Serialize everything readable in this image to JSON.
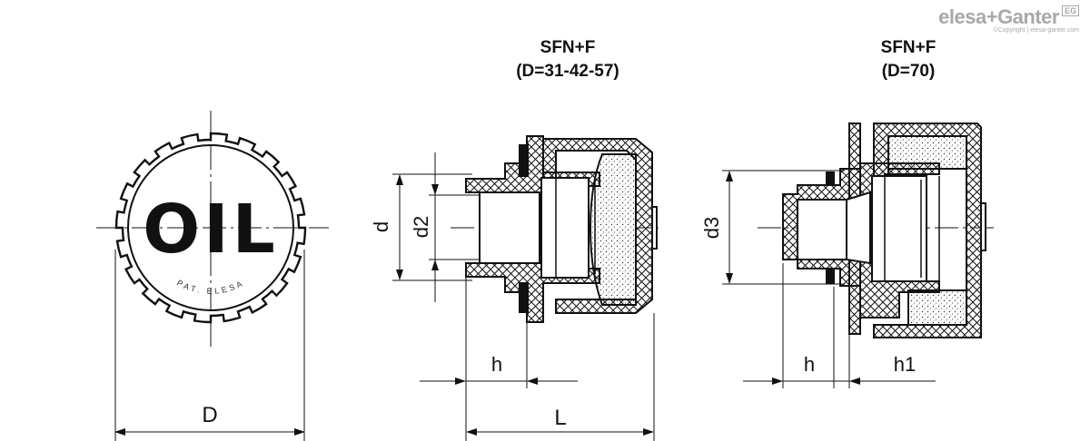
{
  "brand": {
    "name": "elesa+Ganter",
    "badge": "EG",
    "copyright": "©Copyright | elesa-ganter.com"
  },
  "views": [
    {
      "title_line1": "SFN+F",
      "title_line2": "(D=31-42-57)"
    },
    {
      "title_line1": "SFN+F",
      "title_line2": "(D=70)"
    }
  ],
  "knob": {
    "text": "OIL",
    "stamp": "PAT. ELESA"
  },
  "dimensions": {
    "D": "D",
    "L": "L",
    "d": "d",
    "d2": "d2",
    "d3": "d3",
    "h_left": "h",
    "h_right": "h",
    "h1": "h1"
  },
  "colors": {
    "line": "#111111",
    "brand": "#a8a8a8"
  }
}
